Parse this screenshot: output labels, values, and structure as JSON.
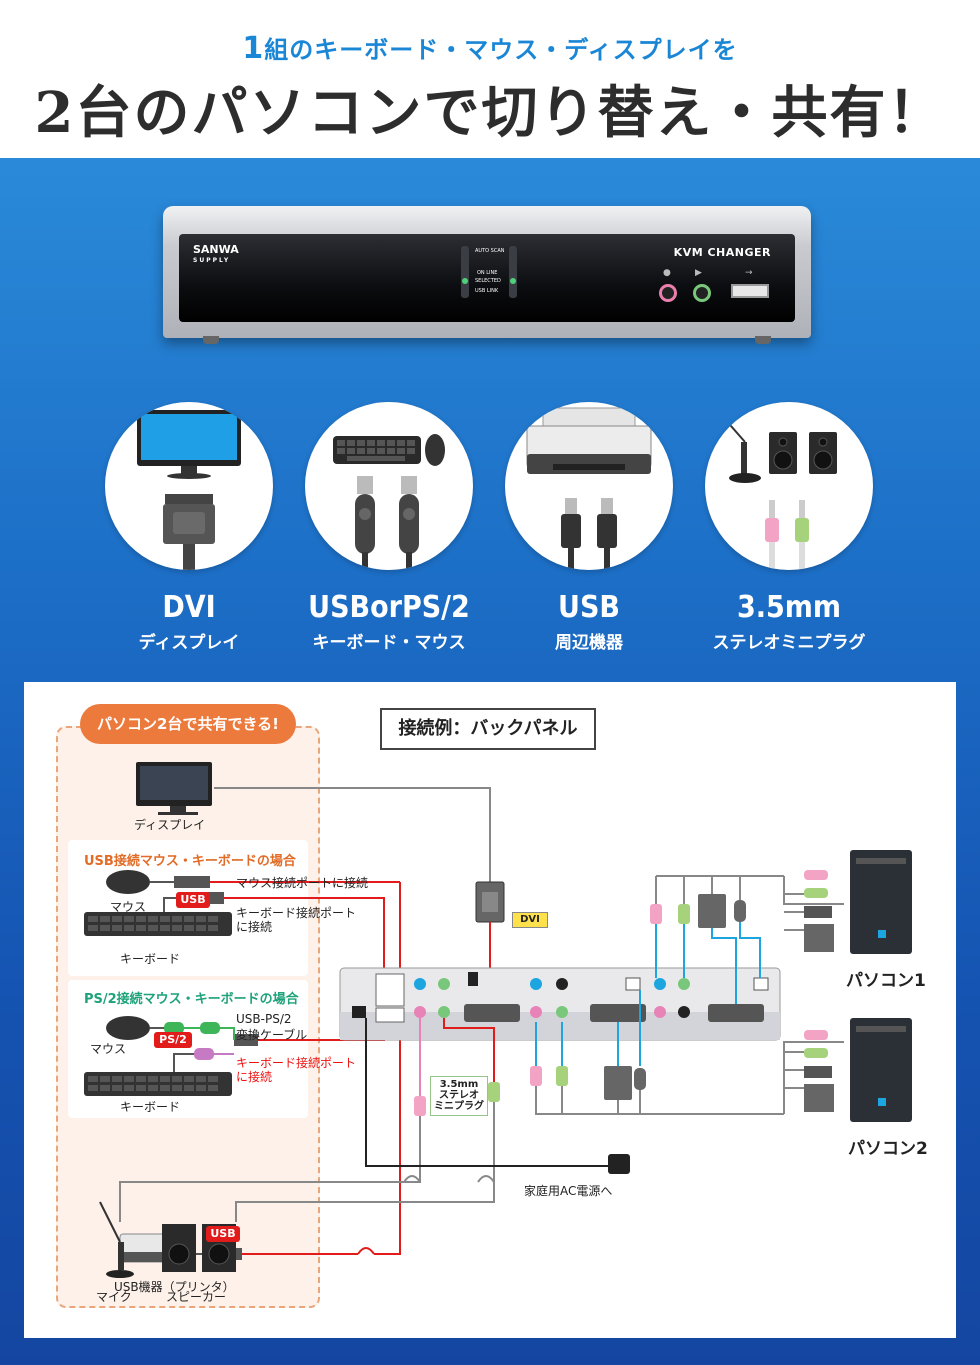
{
  "header": {
    "sub_prefix": "1",
    "sub_text": "組のキーボード・マウス・ディスプレイを",
    "main_text": "2台のパソコンで切り替え・共有！"
  },
  "device": {
    "brand": "SANWA",
    "brand_sub": "SUPPLY",
    "model": "KVM CHANGER",
    "auto_scan": "AUTO SCAN",
    "online": "ON LINE",
    "selected": "SELECTED",
    "usb_link": "USB LINK"
  },
  "connectors": [
    {
      "title": "DVI",
      "subtitle": "ディスプレイ"
    },
    {
      "title": "USBorPS/2",
      "subtitle": "キーボード・マウス"
    },
    {
      "title": "USB",
      "subtitle": "周辺機器"
    },
    {
      "title": "3.5mm",
      "subtitle": "ステレオミニプラグ"
    }
  ],
  "panel": {
    "share_tag": "パソコン2台で共有できる!",
    "example_title": "接続例：バックパネル",
    "display_label": "ディスプレイ",
    "usb_group_title": "USB接続マウス・キーボードの場合",
    "ps2_group_title": "PS/2接続マウス・キーボードの場合",
    "mouse_label": "マウス",
    "keyboard_label": "キーボード",
    "usb_tag": "USB",
    "ps2_tag": "PS/2",
    "mouse_port_note": "マウス接続ポートに接続",
    "kb_port_note_1": "キーボード接続ポート",
    "kb_port_note_2": "に接続",
    "ps2_cable_1": "USB-PS/2",
    "ps2_cable_2": "変換ケーブル",
    "ps2_kb_note_1": "キーボード接続ポート",
    "ps2_kb_note_2": "に接続",
    "dvi_tag": "DVI",
    "stereo_tag_1": "3.5mm",
    "stereo_tag_2": "ステレオ",
    "stereo_tag_3": "ミニプラグ",
    "printer_usb_tag": "USB",
    "printer_label": "USB機器（プリンタ）",
    "mic_label": "マイク",
    "speaker_label": "スピーカー",
    "ac_label": "家庭用AC電源へ",
    "pc1_label": "パソコン1",
    "pc2_label": "パソコン2"
  },
  "colors": {
    "accent_blue": "#1a86d6",
    "orange": "#ec7a3c",
    "red": "#e21b1b",
    "cable_blue": "#1da5e0"
  }
}
